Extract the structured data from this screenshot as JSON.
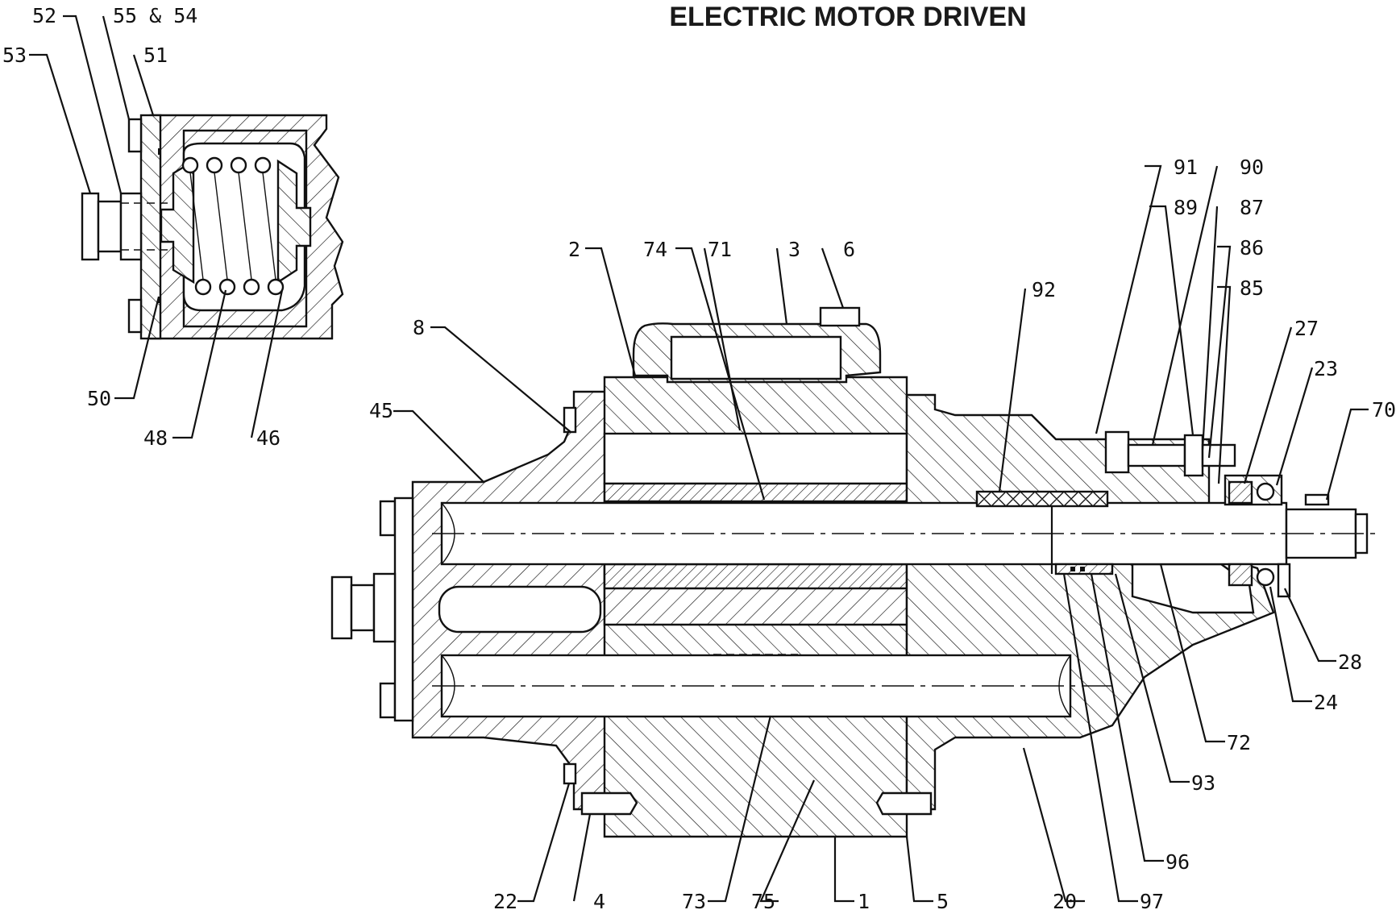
{
  "title": "ELECTRIC MOTOR DRIVEN",
  "detail_callouts": {
    "c52": "52",
    "c55_54": "55 & 54",
    "c53": "53",
    "c51": "51",
    "c50": "50",
    "c48": "48",
    "c46": "46"
  },
  "main_callouts": {
    "c2": "2",
    "c74": "74",
    "c71": "71",
    "c3": "3",
    "c6": "6",
    "c8": "8",
    "c45": "45",
    "c92": "92",
    "c91": "91",
    "c90": "90",
    "c89": "89",
    "c87": "87",
    "c86": "86",
    "c85": "85",
    "c27": "27",
    "c23": "23",
    "c70": "70",
    "c28": "28",
    "c24": "24",
    "c72": "72",
    "c93": "93",
    "c96": "96",
    "c97": "97",
    "c20": "20",
    "c5": "5",
    "c1": "1",
    "c75": "75",
    "c73": "73",
    "c4": "4",
    "c22": "22"
  }
}
